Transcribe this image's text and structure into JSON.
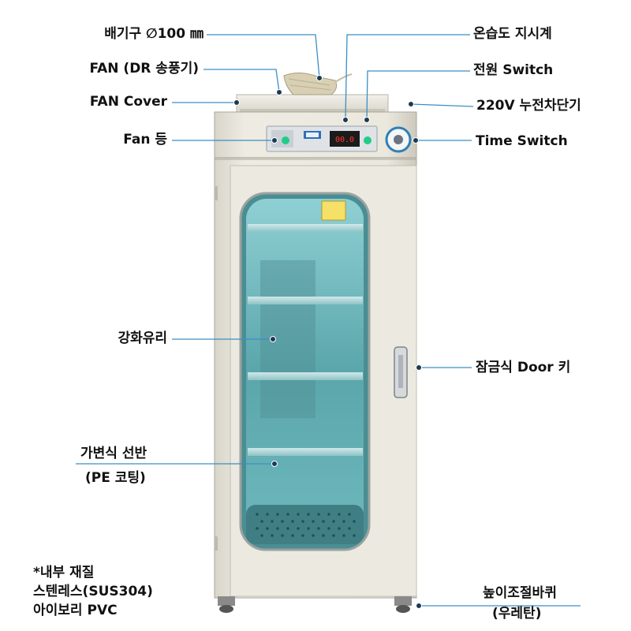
{
  "labels": {
    "exhaust": "배기구  ∅100 ㎜",
    "fan_dr": "FAN (DR 송풍기)",
    "fan_cover": "FAN Cover",
    "fan_lamp": "Fan 등",
    "glass": "강화유리",
    "shelf_line1": "가변식 선반",
    "shelf_line2": "(PE 코팅)",
    "thermo": "온습도 지시계",
    "power": "전원 Switch",
    "breaker": "220V 누전차단기",
    "time_switch": "Time Switch",
    "door_key": "잠금식 Door 키",
    "caster_line1": "높이조절바퀴",
    "caster_line2": "(우레탄)"
  },
  "material_note": {
    "line1": "*내부 재질",
    "line2": "스텐레스(SUS304)",
    "line3": "아이보리 PVC"
  },
  "panel": {
    "display_text": "00.0"
  },
  "colors": {
    "cabinet_body": "#e9e6dc",
    "cabinet_shadow": "#cfcbbf",
    "glass_tint": "#7fc3c6",
    "interior_back": "#2d6e74",
    "leader_line": "#3a8fc4",
    "lamp_green": "#22cc88",
    "display_red": "#ff3b30"
  }
}
